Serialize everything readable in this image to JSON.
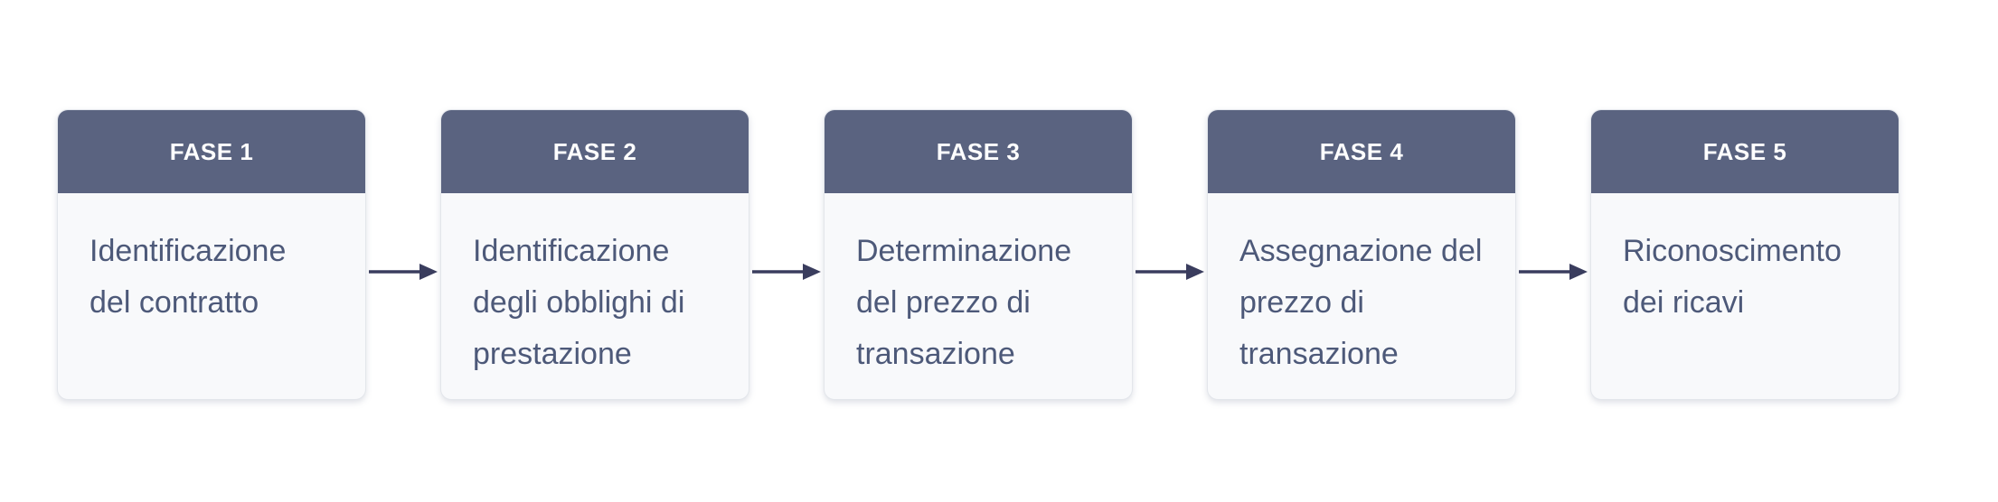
{
  "diagram": {
    "steps": [
      {
        "phase_label": "FASE 1",
        "description": "Identificazione\ndel contratto"
      },
      {
        "phase_label": "FASE 2",
        "description": "Identificazione\ndegli obblighi di\nprestazione"
      },
      {
        "phase_label": "FASE 3",
        "description": "Determinazione\ndel prezzo di\ntransazione"
      },
      {
        "phase_label": "FASE 4",
        "description": "Assegnazione del\nprezzo di\ntransazione"
      },
      {
        "phase_label": "FASE 5",
        "description": "Riconoscimento\ndei ricavi"
      }
    ],
    "colors": {
      "page_bg": "#ffffff",
      "header_bg": "#5a6380",
      "header_text": "#ffffff",
      "body_bg": "#f8f9fb",
      "body_text": "#4d5979",
      "card_border": "#e3e6eb",
      "arrow": "#3a3d5e"
    }
  }
}
